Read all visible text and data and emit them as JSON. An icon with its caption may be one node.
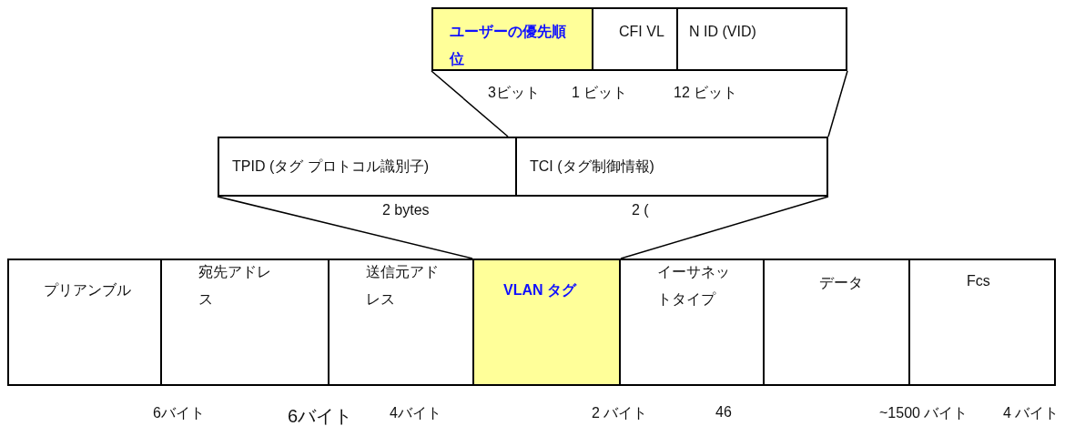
{
  "diagram": {
    "nodes": [
      {
        "text": [
          "ユーザーの優先順位"
        ]
      },
      {
        "text": [
          "CFI VL"
        ]
      },
      {
        "text": [
          "N ID (VID)"
        ]
      },
      {
        "text": [
          "TPID (タグ プロトコル識別子)"
        ]
      },
      {
        "text": [
          "TCI (タグ制御情報)"
        ]
      },
      {
        "text": [
          "プリアンブル"
        ]
      },
      {
        "text": [
          "宛先アドレス"
        ]
      },
      {
        "text": [
          "送信元アドレス"
        ]
      },
      {
        "text": [
          "VLAN タグ"
        ]
      },
      {
        "text": [
          "イーサネットタイプ"
        ]
      },
      {
        "text": [
          "データ"
        ]
      },
      {
        "text": [
          "Fcs"
        ]
      }
    ],
    "edges": [
      {
        "from": 0,
        "to": 4,
        "arrow": "none"
      },
      {
        "from": 2,
        "to": 4,
        "arrow": "none"
      },
      {
        "from": 3,
        "to": 8,
        "arrow": "none"
      },
      {
        "from": 4,
        "to": 8,
        "arrow": "none"
      }
    ],
    "labels": [
      "3ビット",
      "1 ビット",
      "12 ビット",
      "2 bytes",
      "2 (",
      "6バイト",
      "6バイト",
      "4バイト",
      "2 バイト",
      "46",
      "~1500 バイト",
      "4 バイト"
    ]
  }
}
